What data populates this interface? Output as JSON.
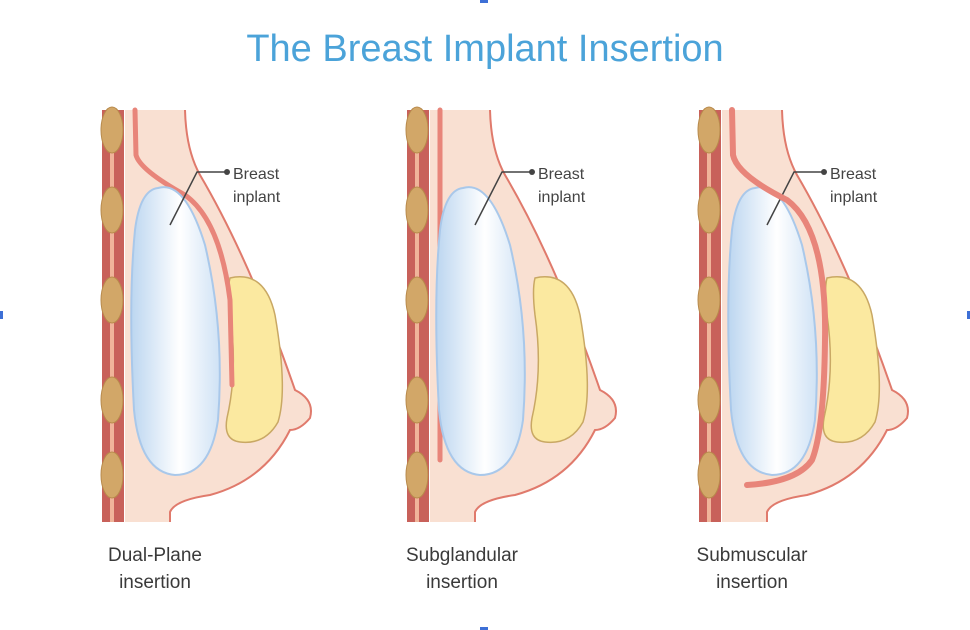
{
  "title": "The Breast Implant Insertion",
  "implant_label_line1": "Breast",
  "implant_label_line2": "inplant",
  "panels": [
    {
      "caption_line1": "Dual-Plane",
      "caption_line2": "insertion"
    },
    {
      "caption_line1": "Subglandular",
      "caption_line2": "insertion"
    },
    {
      "caption_line1": "Submuscular",
      "caption_line2": "insertion"
    }
  ],
  "colors": {
    "title": "#4ba3d9",
    "skin": "#f9e0d2",
    "muscle": "#e8857a",
    "implant": "#dbe9f7",
    "gland": "#fbe9a0"
  }
}
